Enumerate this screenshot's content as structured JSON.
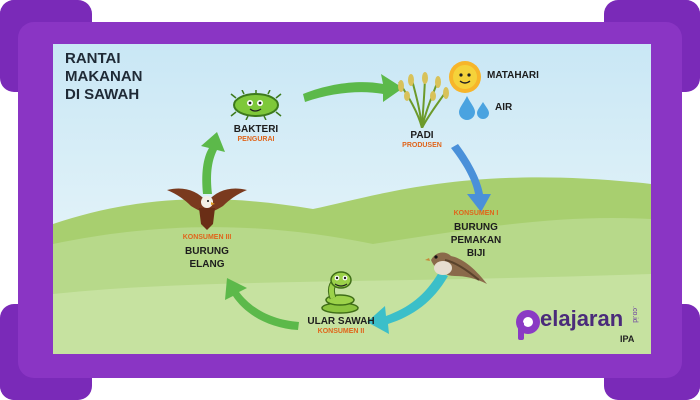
{
  "title": {
    "line1": "RANTAI",
    "line2": "MAKANAN",
    "line3": "DI SAWAH"
  },
  "nodes": {
    "padi": {
      "name": "PADI",
      "role": "PRODUSEN"
    },
    "matahari": {
      "name": "MATAHARI"
    },
    "air": {
      "name": "AIR"
    },
    "burung_pemakan_biji": {
      "role": "KONSUMEN I",
      "line1": "BURUNG",
      "line2": "PEMAKAN",
      "line3": "BIJI"
    },
    "ular_sawah": {
      "name": "ULAR SAWAH",
      "role": "KONSUMEN II"
    },
    "burung_elang": {
      "role": "KONSUMEN III",
      "line1": "BURUNG",
      "line2": "ELANG"
    },
    "bakteri": {
      "name": "BAKTERI",
      "role": "PENGURAI"
    }
  },
  "brand": {
    "name": "elajaran",
    "sub": "IPA",
    "side": ".co.id"
  },
  "colors": {
    "frame": "#8a35c4",
    "arrow_green": "#5cb94a",
    "arrow_blue": "#4a90d9",
    "arrow_teal": "#3bbfc9",
    "role_text": "#e0651b"
  }
}
